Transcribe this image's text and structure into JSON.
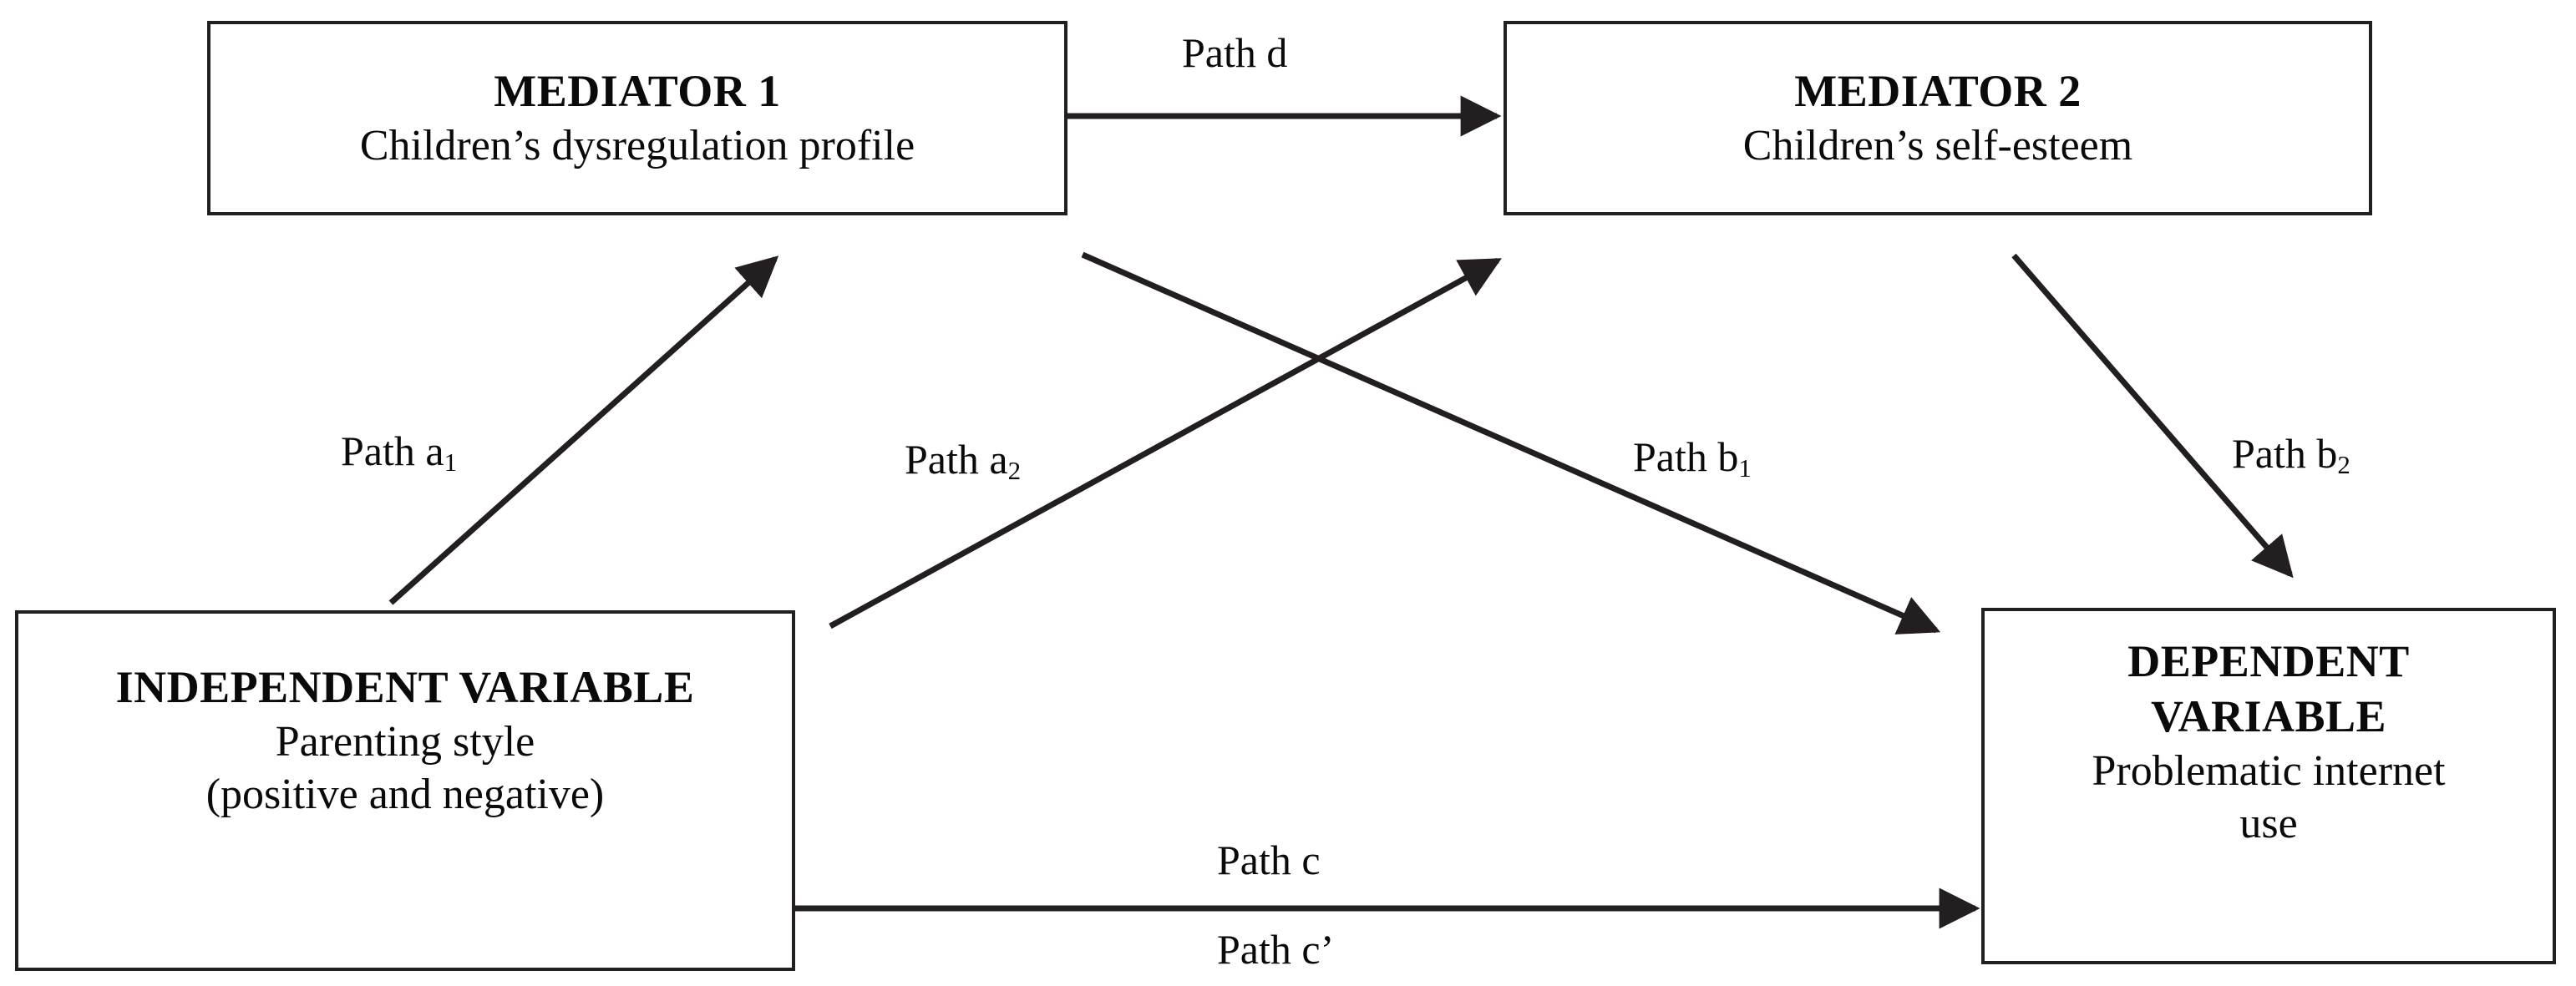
{
  "diagram": {
    "type": "serial-parallel mediation path model",
    "background_color": "#ffffff",
    "line_color": "#231f20",
    "text_color": "#0a0a0a",
    "nodes": {
      "mediator1": {
        "title": "MEDIATOR 1",
        "subtitle": "Children’s dysregulation profile"
      },
      "mediator2": {
        "title": "MEDIATOR 2",
        "subtitle": "Children’s self-esteem"
      },
      "independent": {
        "title": "INDEPENDENT VARIABLE",
        "subtitle": "Parenting style\n(positive and negative)"
      },
      "dependent": {
        "title": "DEPENDENT\nVARIABLE",
        "subtitle": "Problematic internet\nuse"
      }
    },
    "paths": {
      "a1": {
        "label": "Path a",
        "subscript": "1",
        "from": "independent",
        "to": "mediator1"
      },
      "a2": {
        "label": "Path a",
        "subscript": "2",
        "from": "independent",
        "to": "mediator2"
      },
      "b1": {
        "label": "Path b",
        "subscript": "1",
        "from": "mediator1",
        "to": "dependent"
      },
      "b2": {
        "label": "Path b",
        "subscript": "2",
        "from": "mediator2",
        "to": "dependent"
      },
      "d": {
        "label": "Path d",
        "subscript": "",
        "from": "mediator1",
        "to": "mediator2"
      },
      "c": {
        "label": "Path c",
        "subscript": "",
        "from": "independent",
        "to": "dependent"
      },
      "cprime": {
        "label": "Path c’",
        "subscript": "",
        "from": "independent",
        "to": "dependent"
      }
    }
  }
}
